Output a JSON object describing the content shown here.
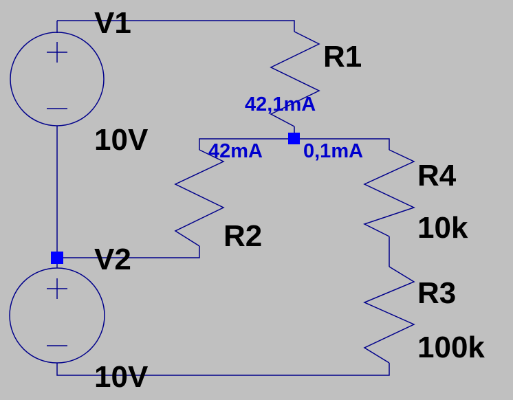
{
  "schematic": {
    "sources": [
      {
        "name": "V1",
        "value": "10V"
      },
      {
        "name": "V2",
        "value": "10V"
      }
    ],
    "resistors": [
      {
        "name": "R1",
        "value": ""
      },
      {
        "name": "R2",
        "value": ""
      },
      {
        "name": "R4",
        "value": "10k"
      },
      {
        "name": "R3",
        "value": "100k"
      }
    ],
    "currents": {
      "r1": "42,1mA",
      "r2": "42mA",
      "r4": "0,1mA"
    }
  },
  "colors": {
    "background": "#c0c0c0",
    "wire": "#00008b",
    "node": "#0000ff",
    "annotation": "#0000cd",
    "label": "#000000"
  }
}
